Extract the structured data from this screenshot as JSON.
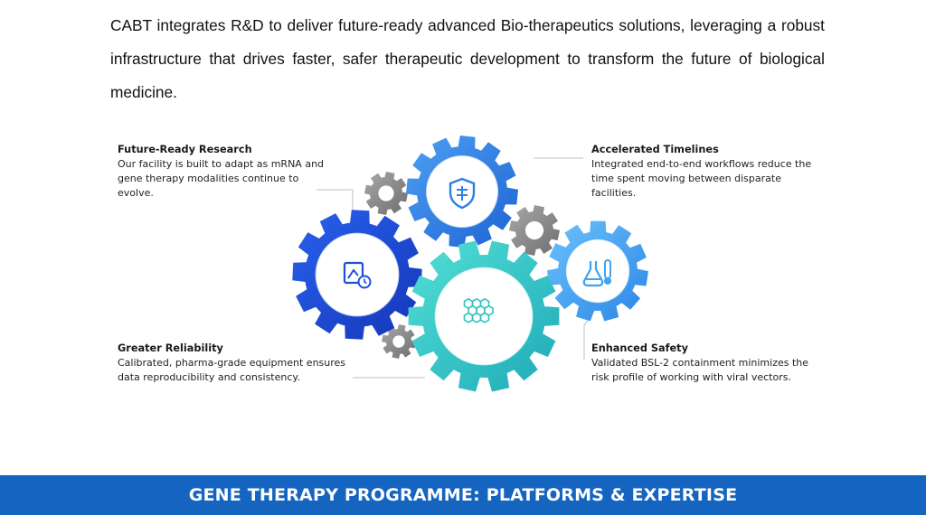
{
  "intro": {
    "text": "CABT integrates R&D to deliver future-ready advanced Bio-therapeutics solutions, leveraging a robust infrastructure that drives faster, safer therapeutic development to transform the future of biological medicine."
  },
  "callouts": {
    "research": {
      "title": "Future-Ready Research",
      "text": "Our facility is built to adapt as mRNA and gene therapy modalities continue to evolve."
    },
    "timelines": {
      "title": "Accelerated Timelines",
      "text": "Integrated end-to-end workflows reduce the time spent moving between disparate facilities."
    },
    "reliability": {
      "title": "Greater Reliability",
      "text": "Calibrated, pharma-grade equipment ensures data reproducibility and consistency."
    },
    "safety": {
      "title": "Enhanced Safety",
      "text": "Validated BSL-2 containment minimizes the risk profile of working with viral vectors."
    }
  },
  "gears": {
    "research": {
      "icon": "document-clock-icon",
      "color": "#1e4fd8"
    },
    "timelines": {
      "icon": "shield-icon",
      "color": "#2f7fe3"
    },
    "reliability": {
      "icon": "honeycomb-icon",
      "color": "#2fc4c0"
    },
    "safety": {
      "icon": "flask-thermometer-icon",
      "color": "#3fa3ef"
    },
    "small_color": "#8f8f8f"
  },
  "footer": {
    "title": "GENE THERAPY PROGRAMME: PLATFORMS & EXPERTISE"
  }
}
